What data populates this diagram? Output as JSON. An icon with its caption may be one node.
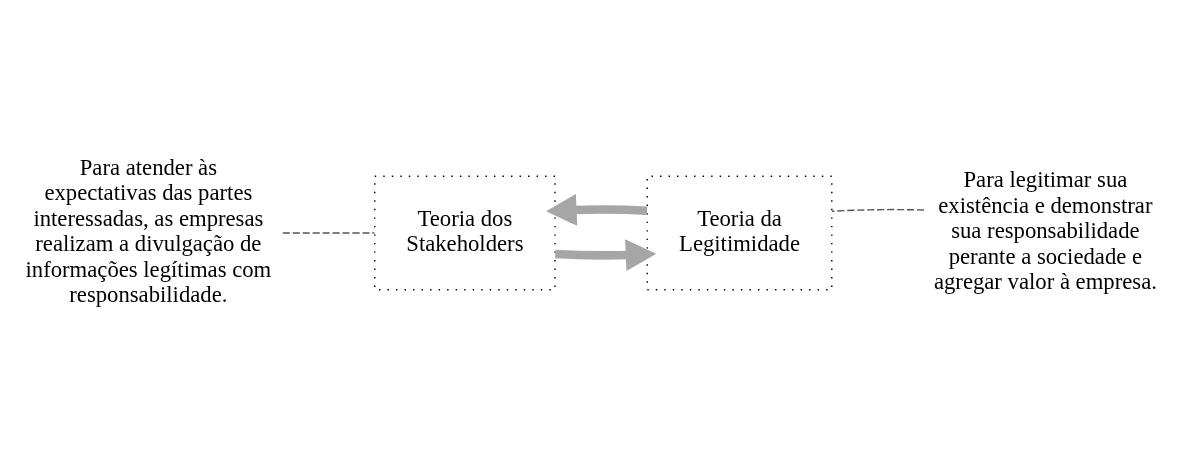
{
  "diagram": {
    "nodes": [
      {
        "text": [
          "Para atender às expectativas das partes interessadas, as empresas realizam a divulgação de informações legítimas com responsabilidade."
        ]
      },
      {
        "text": [
          "Teoria dos Stakeholders"
        ]
      },
      {
        "text": [
          "Teoria da Legitimidade"
        ]
      },
      {
        "text": [
          "Para legitimar sua existência e demonstrar sua responsabilidade perante a sociedade e agregar valor à empresa."
        ]
      }
    ],
    "edges": [
      {
        "from": 0,
        "to": 1,
        "arrow": "none",
        "style": "dashed"
      },
      {
        "from": 1,
        "to": 2,
        "arrow": "to",
        "style": "thick",
        "color": "#a6a6a6"
      },
      {
        "from": 2,
        "to": 1,
        "arrow": "to",
        "style": "thick",
        "color": "#a6a6a6"
      },
      {
        "from": 3,
        "to": 2,
        "arrow": "none",
        "style": "dashed"
      }
    ]
  }
}
